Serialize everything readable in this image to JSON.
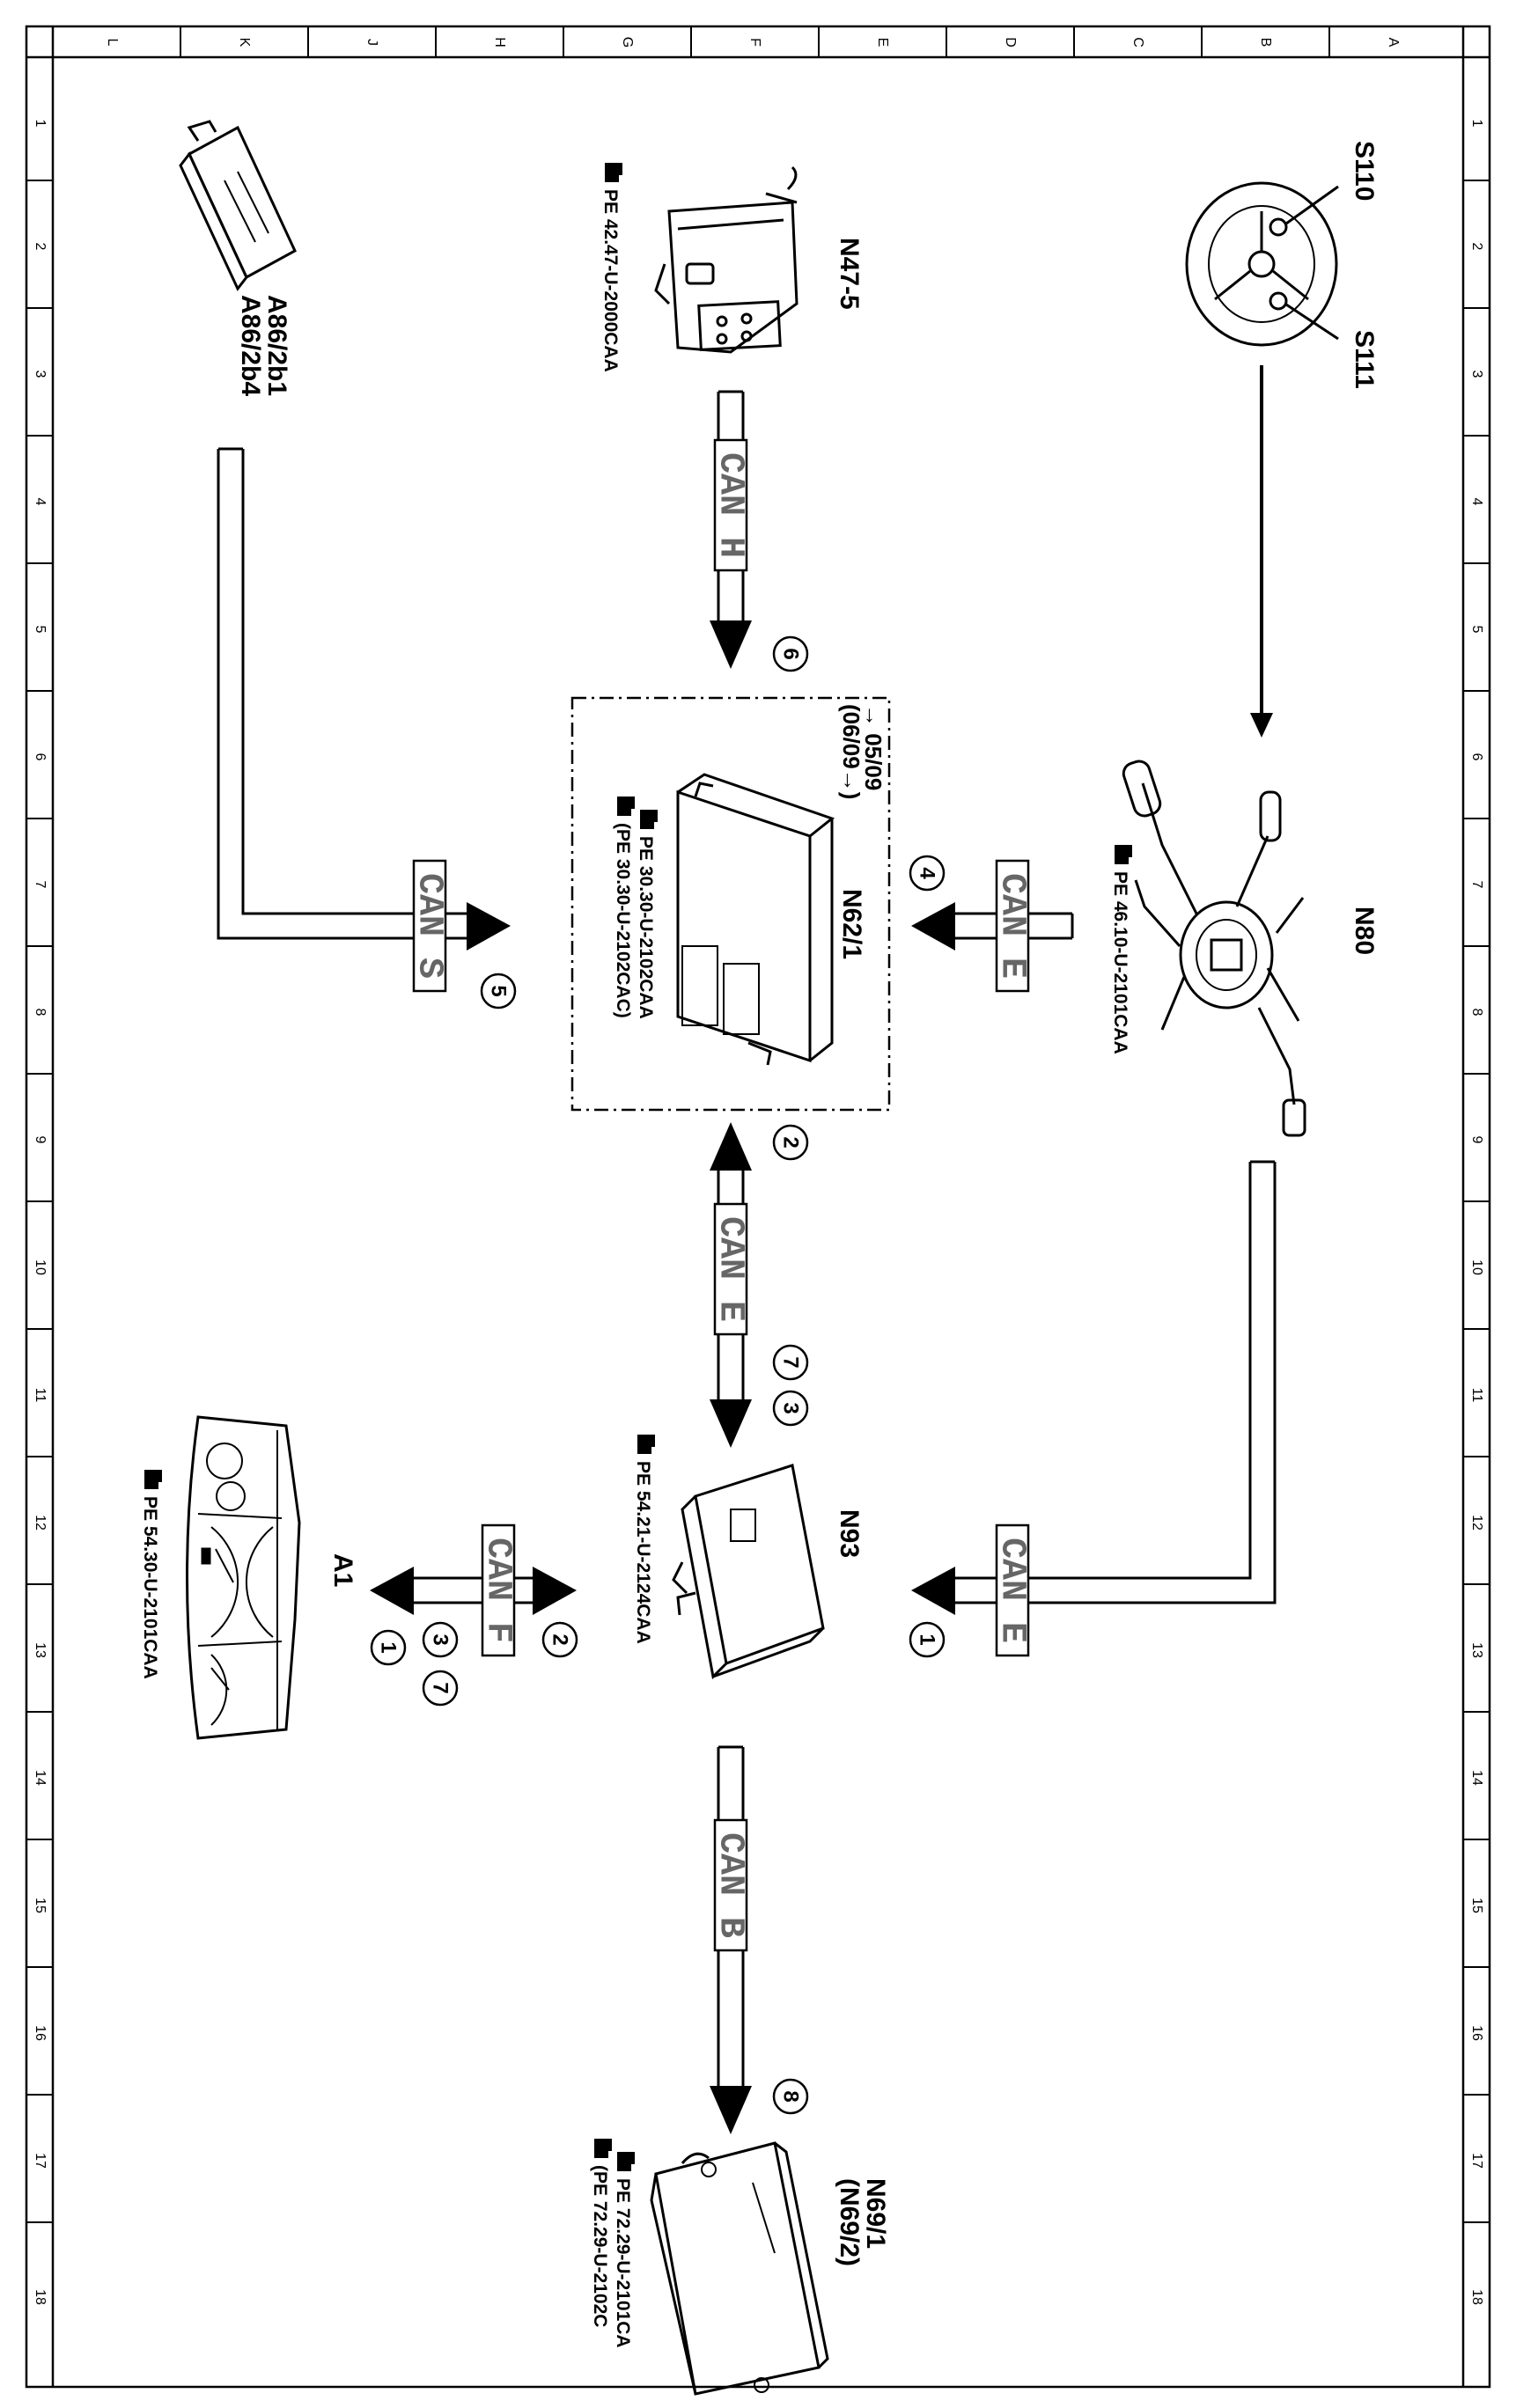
{
  "border": {
    "column_letters": [
      "L",
      "K",
      "J",
      "H",
      "G",
      "F",
      "E",
      "D",
      "C",
      "B",
      "A"
    ],
    "row_numbers": [
      "1",
      "2",
      "3",
      "4",
      "5",
      "6",
      "7",
      "8",
      "9",
      "10",
      "11",
      "12",
      "13",
      "14",
      "15",
      "16",
      "17",
      "18"
    ]
  },
  "components": {
    "s110": "S110",
    "s111": "S111",
    "n80": "N80",
    "n80_ref": "PE 46.10-U-2101CAA",
    "n47_5": "N47-5",
    "n47_5_ref": "PE 42.47-U-2000CAA",
    "a86_line1": "A86/2b1",
    "a86_line2": "A86/2b4",
    "n62_1": "N62/1",
    "n62_date1": "→ 05/09",
    "n62_date2": "(06/09→)",
    "n62_ref1": "PE 30.30-U-2102CAA",
    "n62_ref2": "(PE 30.30-U-2102CAC)",
    "n93": "N93",
    "n93_ref": "PE 54.21-U-2124CAA",
    "a1": "A1",
    "a1_ref": "PE 54.30-U-2101CAA",
    "n69_line1": "N69/1",
    "n69_line2": "(N69/2)",
    "n69_ref1": "PE 72.29-U-2101CA",
    "n69_ref2": "(PE 72.29-U-2102C"
  },
  "buses": {
    "can_h": "CAN H",
    "can_e_top": "CAN E",
    "can_s": "CAN S",
    "can_e_mid": "CAN E",
    "can_e_right": "CAN E",
    "can_f": "CAN F",
    "can_b": "CAN B"
  },
  "markers": {
    "m6": "6",
    "m4": "4",
    "m5": "5",
    "m2a": "2",
    "m7a": "7",
    "m3a": "3",
    "m1a": "1",
    "m2b": "2",
    "m3b": "3",
    "m1b": "1",
    "m7b": "7",
    "m8": "8"
  },
  "colors": {
    "line": "#000000",
    "can_text": "#666666",
    "can_box": "#ffffff"
  }
}
